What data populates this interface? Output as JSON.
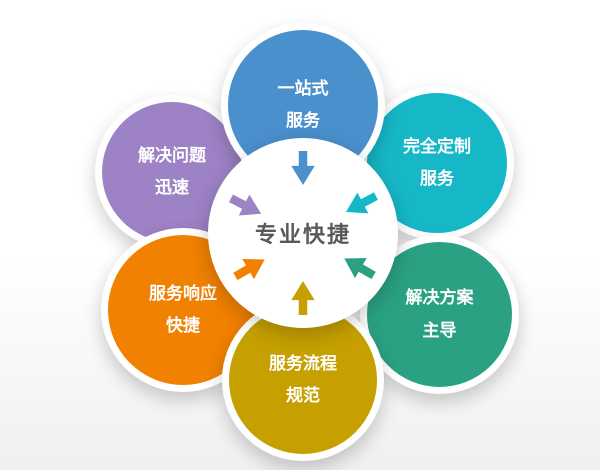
{
  "diagram": {
    "center": {
      "label": "专业快捷",
      "bg_color": "#ffffff",
      "text_color": "#595959"
    },
    "petals": [
      {
        "id": "top",
        "lines": [
          "一站式",
          "服务"
        ],
        "color": "#4a90cd"
      },
      {
        "id": "top-right",
        "lines": [
          "完全定制",
          "服务"
        ],
        "color": "#16b8c8"
      },
      {
        "id": "bottom-right",
        "lines": [
          "解决方案",
          "主导"
        ],
        "color": "#2aa183"
      },
      {
        "id": "bottom",
        "lines": [
          "服务流程",
          "规范"
        ],
        "color": "#c5a000"
      },
      {
        "id": "bottom-left",
        "lines": [
          "服务响应",
          "快捷"
        ],
        "color": "#f18101"
      },
      {
        "id": "top-left",
        "lines": [
          "解决问题",
          "迅速"
        ],
        "color": "#9d83c6"
      }
    ]
  }
}
